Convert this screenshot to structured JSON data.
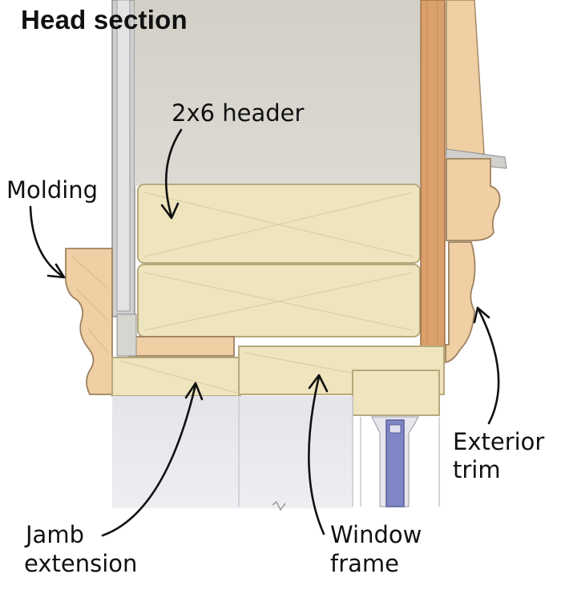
{
  "title": "Head section",
  "labels": {
    "header": "2x6 header",
    "molding": "Molding",
    "exterior_trim_line1": "Exterior",
    "exterior_trim_line2": "trim",
    "jamb_line1": "Jamb",
    "jamb_line2": "extension",
    "window_line1": "Window",
    "window_line2": "frame"
  },
  "colors": {
    "lumber": "#efe3b6",
    "lumber_edge": "#b9a97a",
    "trim_wood": "#efcfa3",
    "sheathing": "#d9a06c",
    "wall_fill": "#d6d4ce",
    "glass": "#7f86c6",
    "ink": "#111111"
  }
}
